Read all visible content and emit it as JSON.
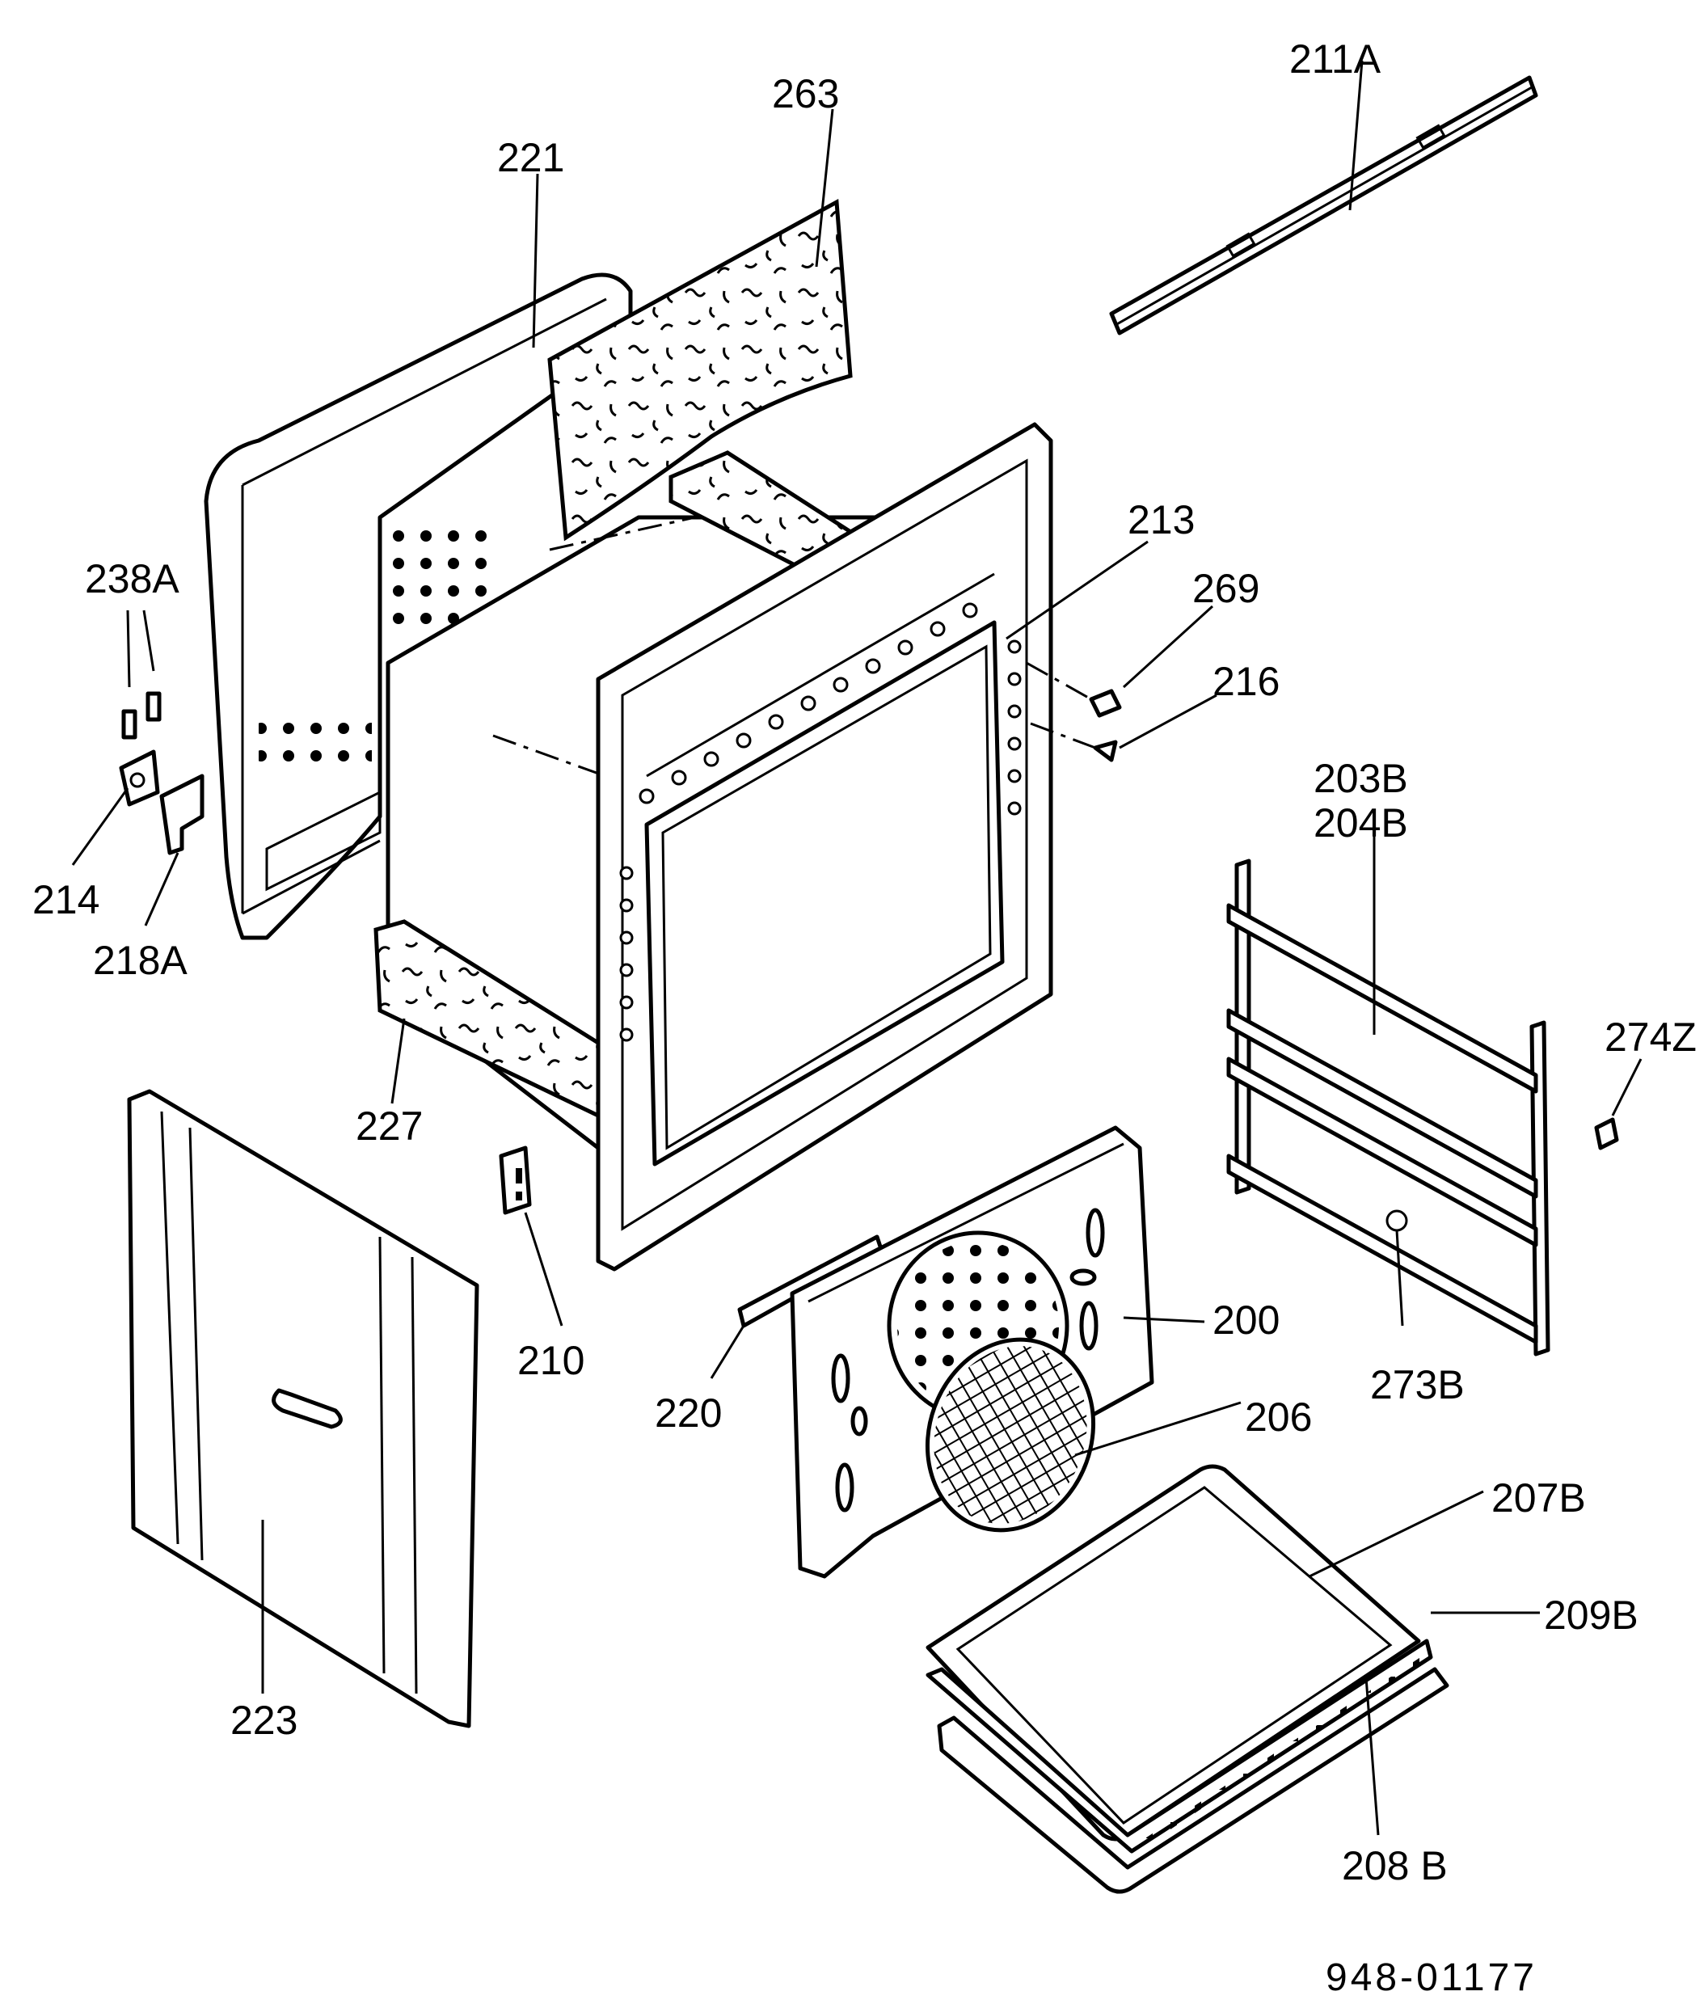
{
  "diagram": {
    "drawing_code": "948-01177",
    "labels": {
      "p211A": "211A",
      "p263": "263",
      "p221": "221",
      "p213": "213",
      "p269": "269",
      "p216": "216",
      "p238A": "238A",
      "p214": "214",
      "p218A": "218A",
      "p203B": "203B",
      "p204B": "204B",
      "p274Z": "274Z",
      "p227": "227",
      "p210": "210",
      "p200": "200",
      "p220": "220",
      "p273B": "273B",
      "p206": "206",
      "p207B": "207B",
      "p209B": "209B",
      "p223": "223",
      "p208B": "208 B"
    }
  }
}
